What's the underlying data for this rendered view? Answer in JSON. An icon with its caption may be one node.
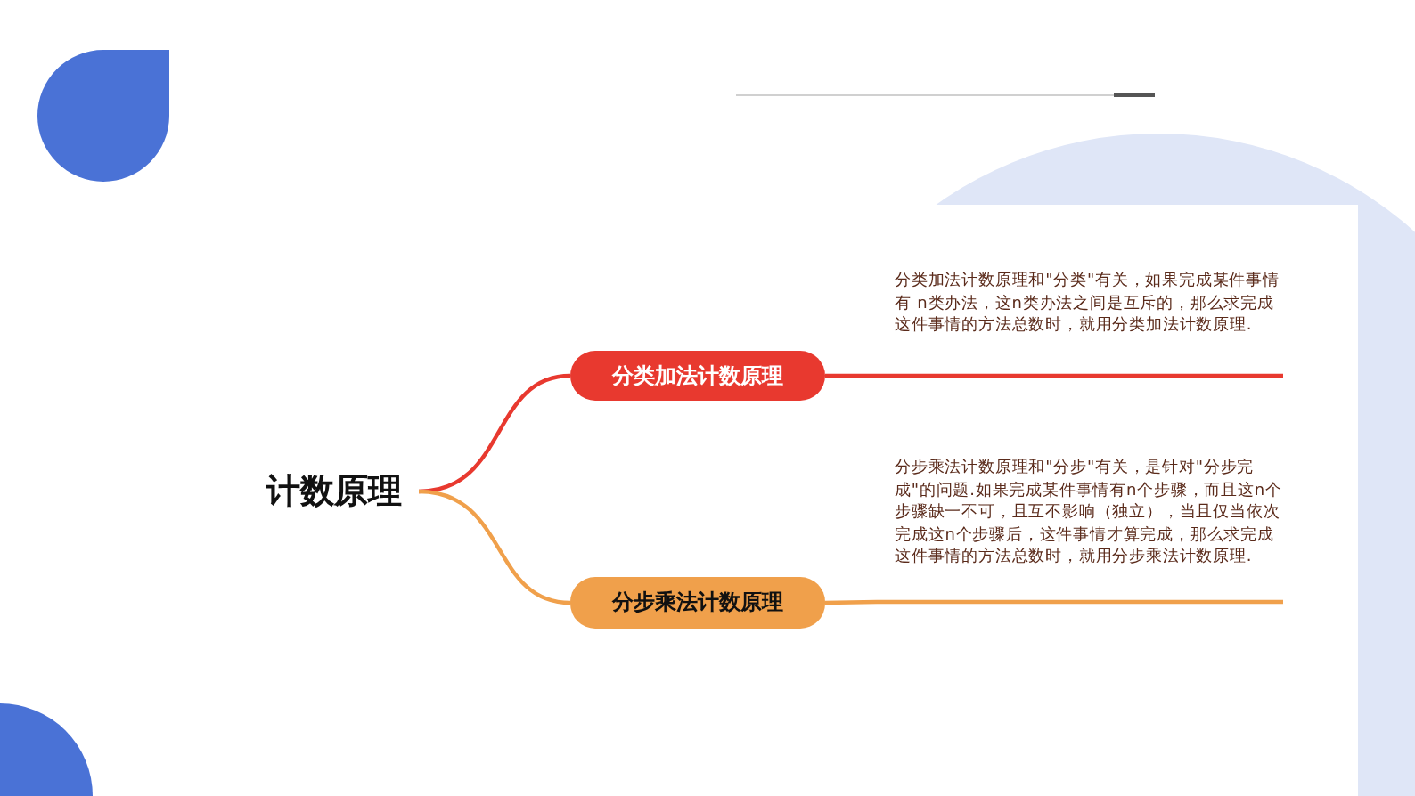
{
  "diagram": {
    "nodes": [
      {
        "text": [
          "计数原理"
        ]
      },
      {
        "text": [
          "分类加法计数原理"
        ]
      },
      {
        "text": [
          "分步乘法计数原理"
        ]
      },
      {
        "text": [
          "分类加法计数原理和\"分类\"有关，如果完成某件事情有 n类办法，这n类办法之间是互斥的，那么求完成这件事情的方法总数时，就用分类加法计数原理."
        ]
      },
      {
        "text": [
          "分步乘法计数原理和\"分步\"有关，是针对\"分步完成\"的问题.如果完成某件事情有n个步骤，而且这n个步骤缺一不可，且互不影响（独立），当且仅当依次完成这n个步骤后，这件事情才算完成，那么求完成这件事情的方法总数时，就用分步乘法计数原理."
        ]
      }
    ],
    "edges": [
      {
        "from": 0,
        "to": 1,
        "arrow": "none",
        "color": "#e8392f"
      },
      {
        "from": 0,
        "to": 2,
        "arrow": "none",
        "color": "#f0a04b"
      },
      {
        "from": 1,
        "to": 3,
        "arrow": "none",
        "color": "#e8392f"
      },
      {
        "from": 2,
        "to": 4,
        "arrow": "none",
        "color": "#f0a04b"
      }
    ]
  }
}
